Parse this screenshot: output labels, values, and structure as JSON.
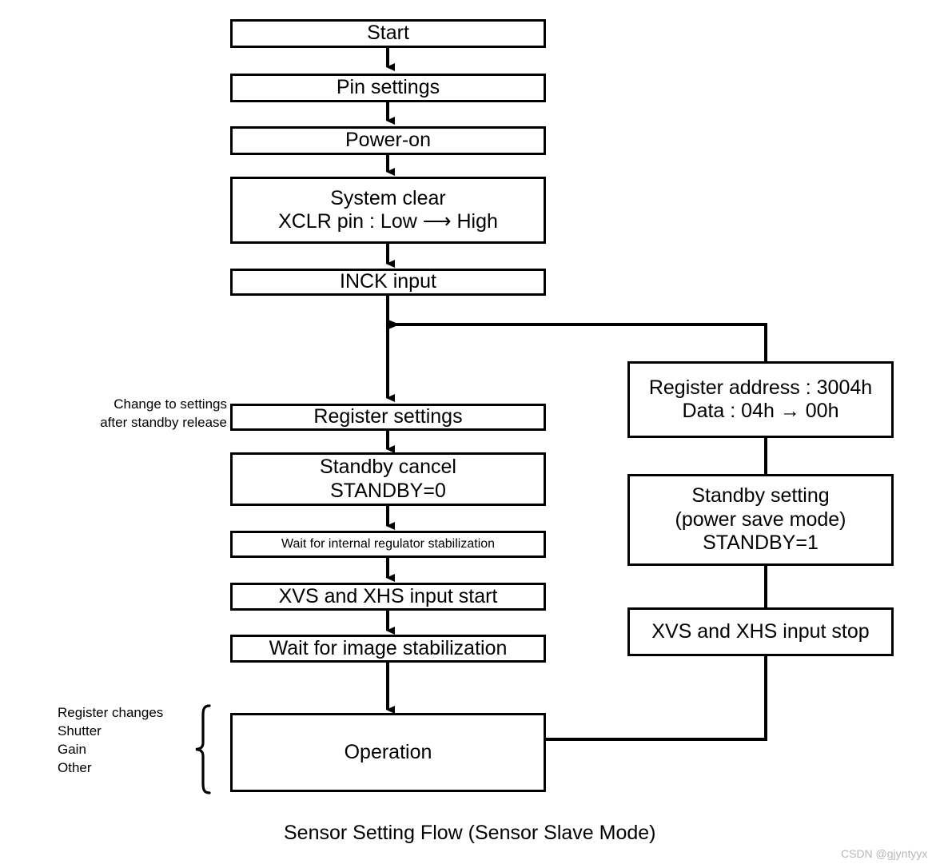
{
  "diagram": {
    "caption": "Sensor Setting Flow (Sensor Slave Mode)",
    "watermark": "CSDN @gjyntyyx",
    "main_flow": [
      {
        "id": "start",
        "lines": [
          "Start"
        ]
      },
      {
        "id": "pin-settings",
        "lines": [
          "Pin settings"
        ]
      },
      {
        "id": "power-on",
        "lines": [
          "Power-on"
        ]
      },
      {
        "id": "system-clear",
        "lines": [
          "System clear",
          "XCLR pin : Low ⟶ High"
        ]
      },
      {
        "id": "inck-input",
        "lines": [
          "INCK input"
        ]
      },
      {
        "id": "register-settings",
        "lines": [
          "Register settings"
        ]
      },
      {
        "id": "standby-cancel",
        "lines": [
          "Standby cancel",
          "STANDBY=0"
        ]
      },
      {
        "id": "wait-regulator",
        "lines": [
          "Wait for internal regulator stabilization"
        ]
      },
      {
        "id": "xvs-xhs-start",
        "lines": [
          "XVS and XHS input start"
        ]
      },
      {
        "id": "wait-image",
        "lines": [
          "Wait for image stabilization"
        ]
      },
      {
        "id": "operation",
        "lines": [
          "Operation"
        ]
      }
    ],
    "right_flow": [
      {
        "id": "register-address",
        "lines": [
          "Register address : 3004h",
          "Data : 04h → 00h"
        ]
      },
      {
        "id": "standby-setting",
        "lines": [
          "Standby setting",
          "(power save mode)",
          "STANDBY=1"
        ]
      },
      {
        "id": "xvs-xhs-stop",
        "lines": [
          "XVS and XHS input stop"
        ]
      }
    ],
    "annotations": {
      "register_note": "Change to settings\nafter standby release",
      "operation_note": "Register changes\nShutter\nGain\nOther"
    },
    "colors": {
      "stroke": "#000000",
      "fill": "#ffffff",
      "watermark": "#b8b8b8"
    }
  }
}
